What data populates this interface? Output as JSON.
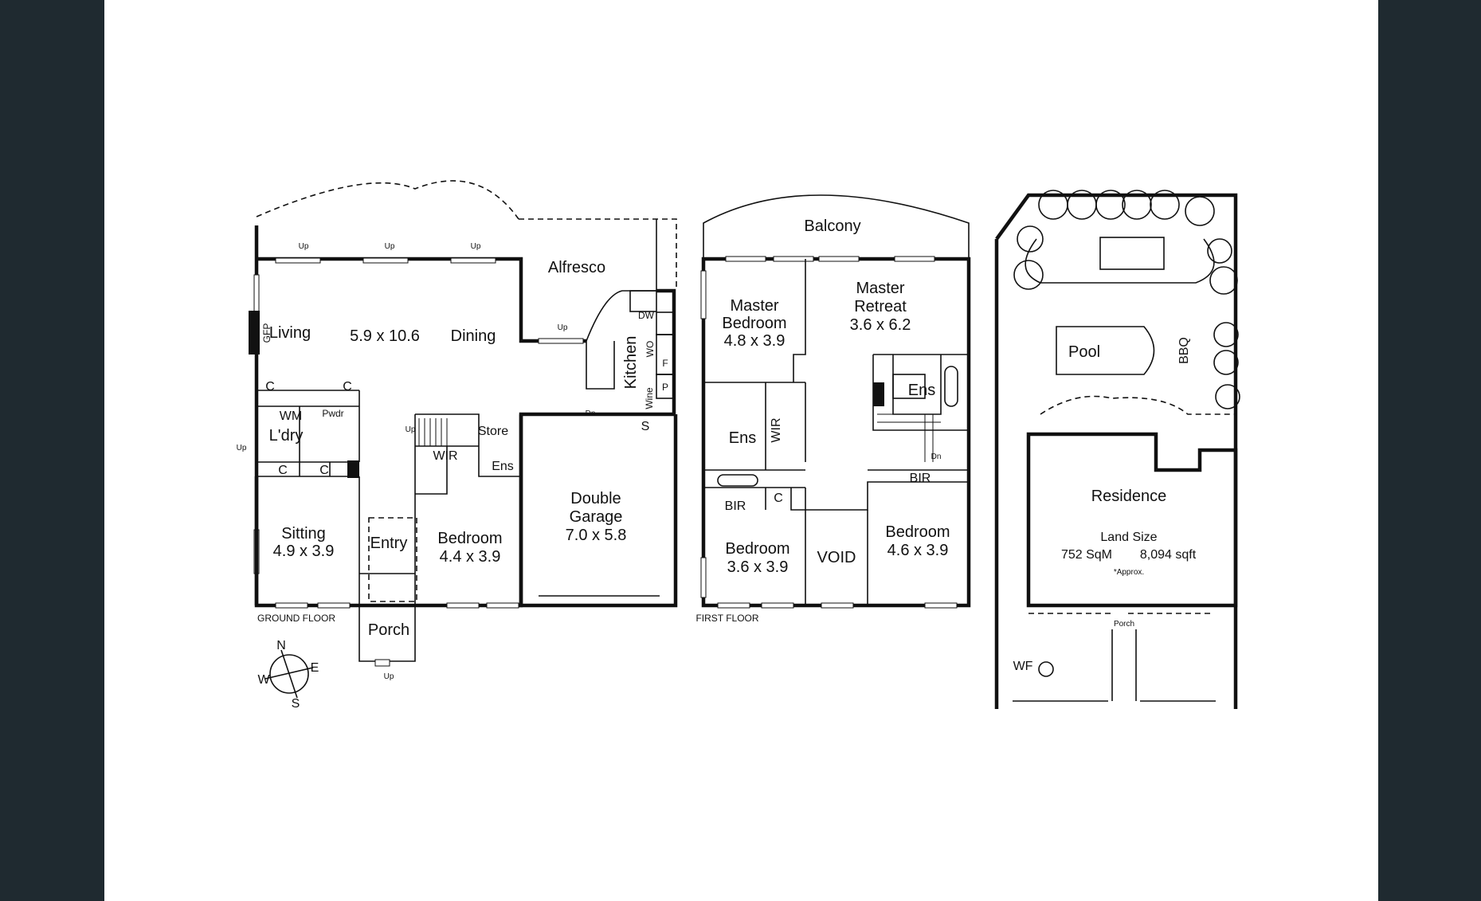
{
  "floors": {
    "ground": "GROUND FLOOR",
    "first": "FIRST FLOOR"
  },
  "ground_floor": {
    "alfresco": "Alfresco",
    "living": "Living",
    "living_dining_size": "5.9 x 10.6",
    "dining": "Dining",
    "gfp": "GFP",
    "kitchen": "Kitchen",
    "dw": "DW",
    "wo": "WO",
    "f": "F",
    "p": "P",
    "wine": "Wine",
    "c": "C",
    "wm": "WM",
    "pwdr": "Pwdr",
    "laundry": "L'dry",
    "up": "Up",
    "dn": "Dn",
    "store": "Store",
    "s": "S",
    "wir": "WIR",
    "ens": "Ens",
    "sitting": "Sitting",
    "sitting_size": "4.9 x 3.9",
    "entry": "Entry",
    "bedroom": "Bedroom",
    "bedroom_size": "4.4 x 3.9",
    "garage_1": "Double",
    "garage_2": "Garage",
    "garage_size": "7.0 x 5.8",
    "porch": "Porch"
  },
  "compass": {
    "n": "N",
    "e": "E",
    "s": "S",
    "w": "W"
  },
  "first_floor": {
    "balcony": "Balcony",
    "master_1": "Master",
    "master_2": "Bedroom",
    "master_size": "4.8 x 3.9",
    "retreat_1": "Master",
    "retreat_2": "Retreat",
    "retreat_size": "3.6 x 6.2",
    "ens": "Ens",
    "wir": "WIR",
    "c": "C",
    "bir": "BIR",
    "dn": "Dn",
    "bed_left": "Bedroom",
    "bed_left_size": "3.6 x 3.9",
    "void": "VOID",
    "bed_right": "Bedroom",
    "bed_right_size": "4.6 x 3.9"
  },
  "site": {
    "pool": "Pool",
    "bbq": "BBQ",
    "residence": "Residence",
    "land_size": "Land Size",
    "land_sqm": "752 SqM",
    "land_sqft": "8,094 sqft",
    "approx": "*Approx.",
    "porch": "Porch",
    "wf": "WF"
  }
}
